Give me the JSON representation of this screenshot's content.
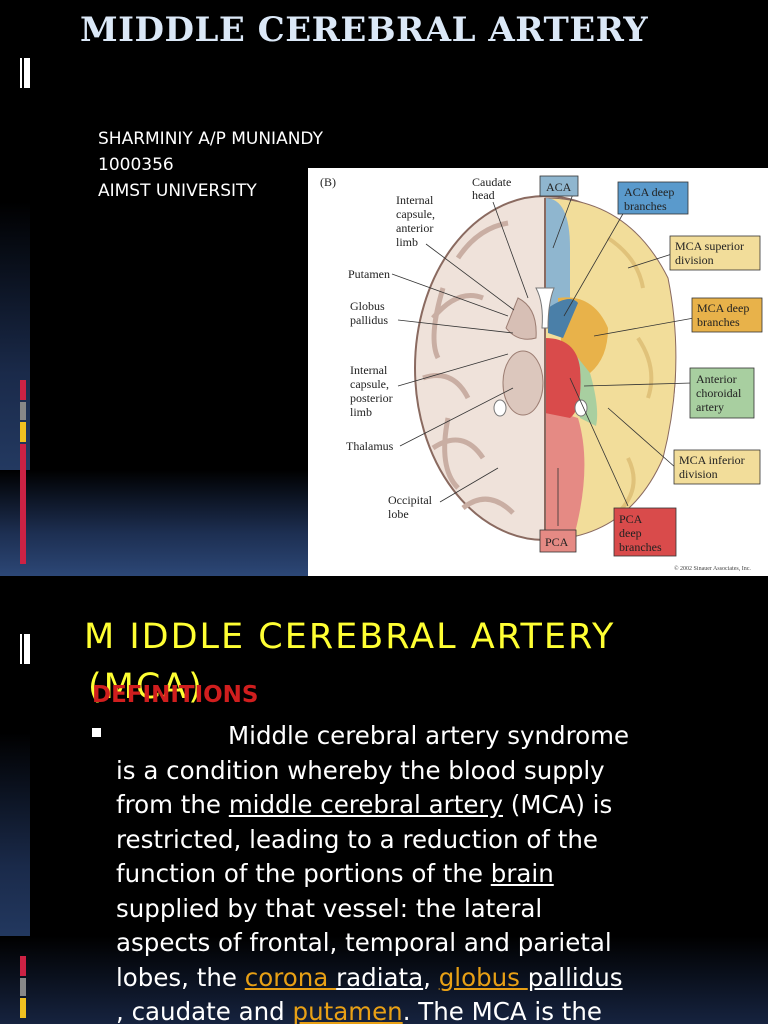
{
  "slide1": {
    "title": "MIDDLE CEREBRAL ARTERY",
    "author": {
      "name": "SHARMINIY A/P MUNIANDY",
      "id": "1000356",
      "institution": "AIMST UNIVERSITY"
    },
    "figure": {
      "panel_label": "(B)",
      "left_labels": {
        "internal_capsule_anterior_1": "Internal",
        "internal_capsule_anterior_2": "capsule,",
        "internal_capsule_anterior_3": "anterior",
        "internal_capsule_anterior_4": "limb",
        "caudate_1": "Caudate",
        "caudate_2": "head",
        "putamen": "Putamen",
        "globus_1": "Globus",
        "globus_2": "pallidus",
        "internal_capsule_posterior_1": "Internal",
        "internal_capsule_posterior_2": "capsule,",
        "internal_capsule_posterior_3": "posterior",
        "internal_capsule_posterior_4": "limb",
        "thalamus": "Thalamus",
        "occipital_1": "Occipital",
        "occipital_2": "lobe"
      },
      "boxes": {
        "aca": "ACA",
        "aca_deep_1": "ACA deep",
        "aca_deep_2": "branches",
        "mca_sup_1": "MCA superior",
        "mca_sup_2": "division",
        "mca_deep_1": "MCA deep",
        "mca_deep_2": "branches",
        "ant_chor_1": "Anterior",
        "ant_chor_2": "choroidal",
        "ant_chor_3": "artery",
        "mca_inf_1": "MCA inferior",
        "mca_inf_2": "division",
        "pca": "PCA",
        "pca_deep_1": "PCA",
        "pca_deep_2": "deep",
        "pca_deep_3": "branches"
      },
      "copyright": "© 2002 Sinauer Associates, Inc."
    }
  },
  "slide2": {
    "title_line1": "M IDDLE CEREBRAL ARTERY",
    "title_line2": "(MCA)",
    "section_heading": "DEFINITIONS",
    "para": {
      "l1": "Middle cerebral artery syndrome",
      "l2": "is a condition whereby the blood supply",
      "l3a": "from the ",
      "l3_link": "middle cerebral artery",
      "l3b": " (MCA) is",
      "l4": "restricted, leading to a reduction of the",
      "l5a": "function of the portions of the ",
      "l5_link": "brain",
      "l6": "supplied by that vessel: the lateral",
      "l7": "aspects of frontal, temporal and parietal",
      "l8a": "lobes, the ",
      "l8_link1a": "corona ",
      "l8_link1b": "radiata",
      "l8b": ", ",
      "l8_link2a": "globus ",
      "l8_link2b": "pallidus",
      "l9a": ", caudate and ",
      "l9_link": "putamen",
      "l9b": ". The MCA is the"
    }
  },
  "colors": {
    "title1": "#dbe8f7",
    "title2": "#ffff33",
    "heading_red": "#d01e1e",
    "link_orange": "#e8a015",
    "aca_blue": "#8fb6cf",
    "mca_yellow": "#f2dd9a",
    "mca_deep_orange": "#e8b24a",
    "choroidal_green": "#a8cfa0",
    "pca_red": "#e58a84"
  }
}
